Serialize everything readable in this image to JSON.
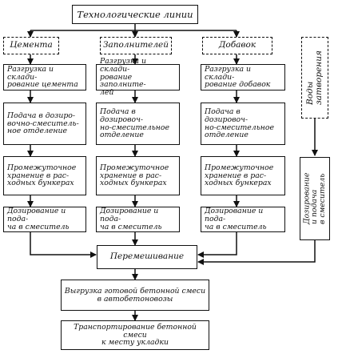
{
  "title": "Технологические линии",
  "columns": [
    {
      "header": "Цемента",
      "steps": [
        "Разгрузка и склади-\nрование цемента",
        "Подача в дозиро-\nвочно-смеситель-\nное отделение",
        "Промежуточное\nхранение в рас-\nходных бункерах",
        "Дозирование и пода-\nча в смеситель"
      ]
    },
    {
      "header": "Заполнителей",
      "steps": [
        "Разгрузка и склади-\nрование заполните-\nлей",
        "Подача в дозировоч-\nно-смесительное\nотделение",
        "Промежуточное\nхранение в рас-\nходных бункерах",
        "Дозирование и пода-\nча в смеситель"
      ]
    },
    {
      "header": "Добавок",
      "steps": [
        "Разгрузка и склади-\nрование добавок",
        "Подача в дозировоч-\nно-смесительное\nотделение",
        "Промежуточное\nхранение в рас-\nходных бункерах",
        "Дозирование и пода-\nча в смеситель"
      ]
    }
  ],
  "water": {
    "header": "Воды\nзатворения",
    "step": "Дозирование\nи подача\nв смеситель"
  },
  "mixing": "Перемешивание",
  "unload": "Выгрузка готовой бетонной смеси\nв автобетоновозы",
  "transport": "Транспортирование бетонной смеси\nк месту укладки"
}
